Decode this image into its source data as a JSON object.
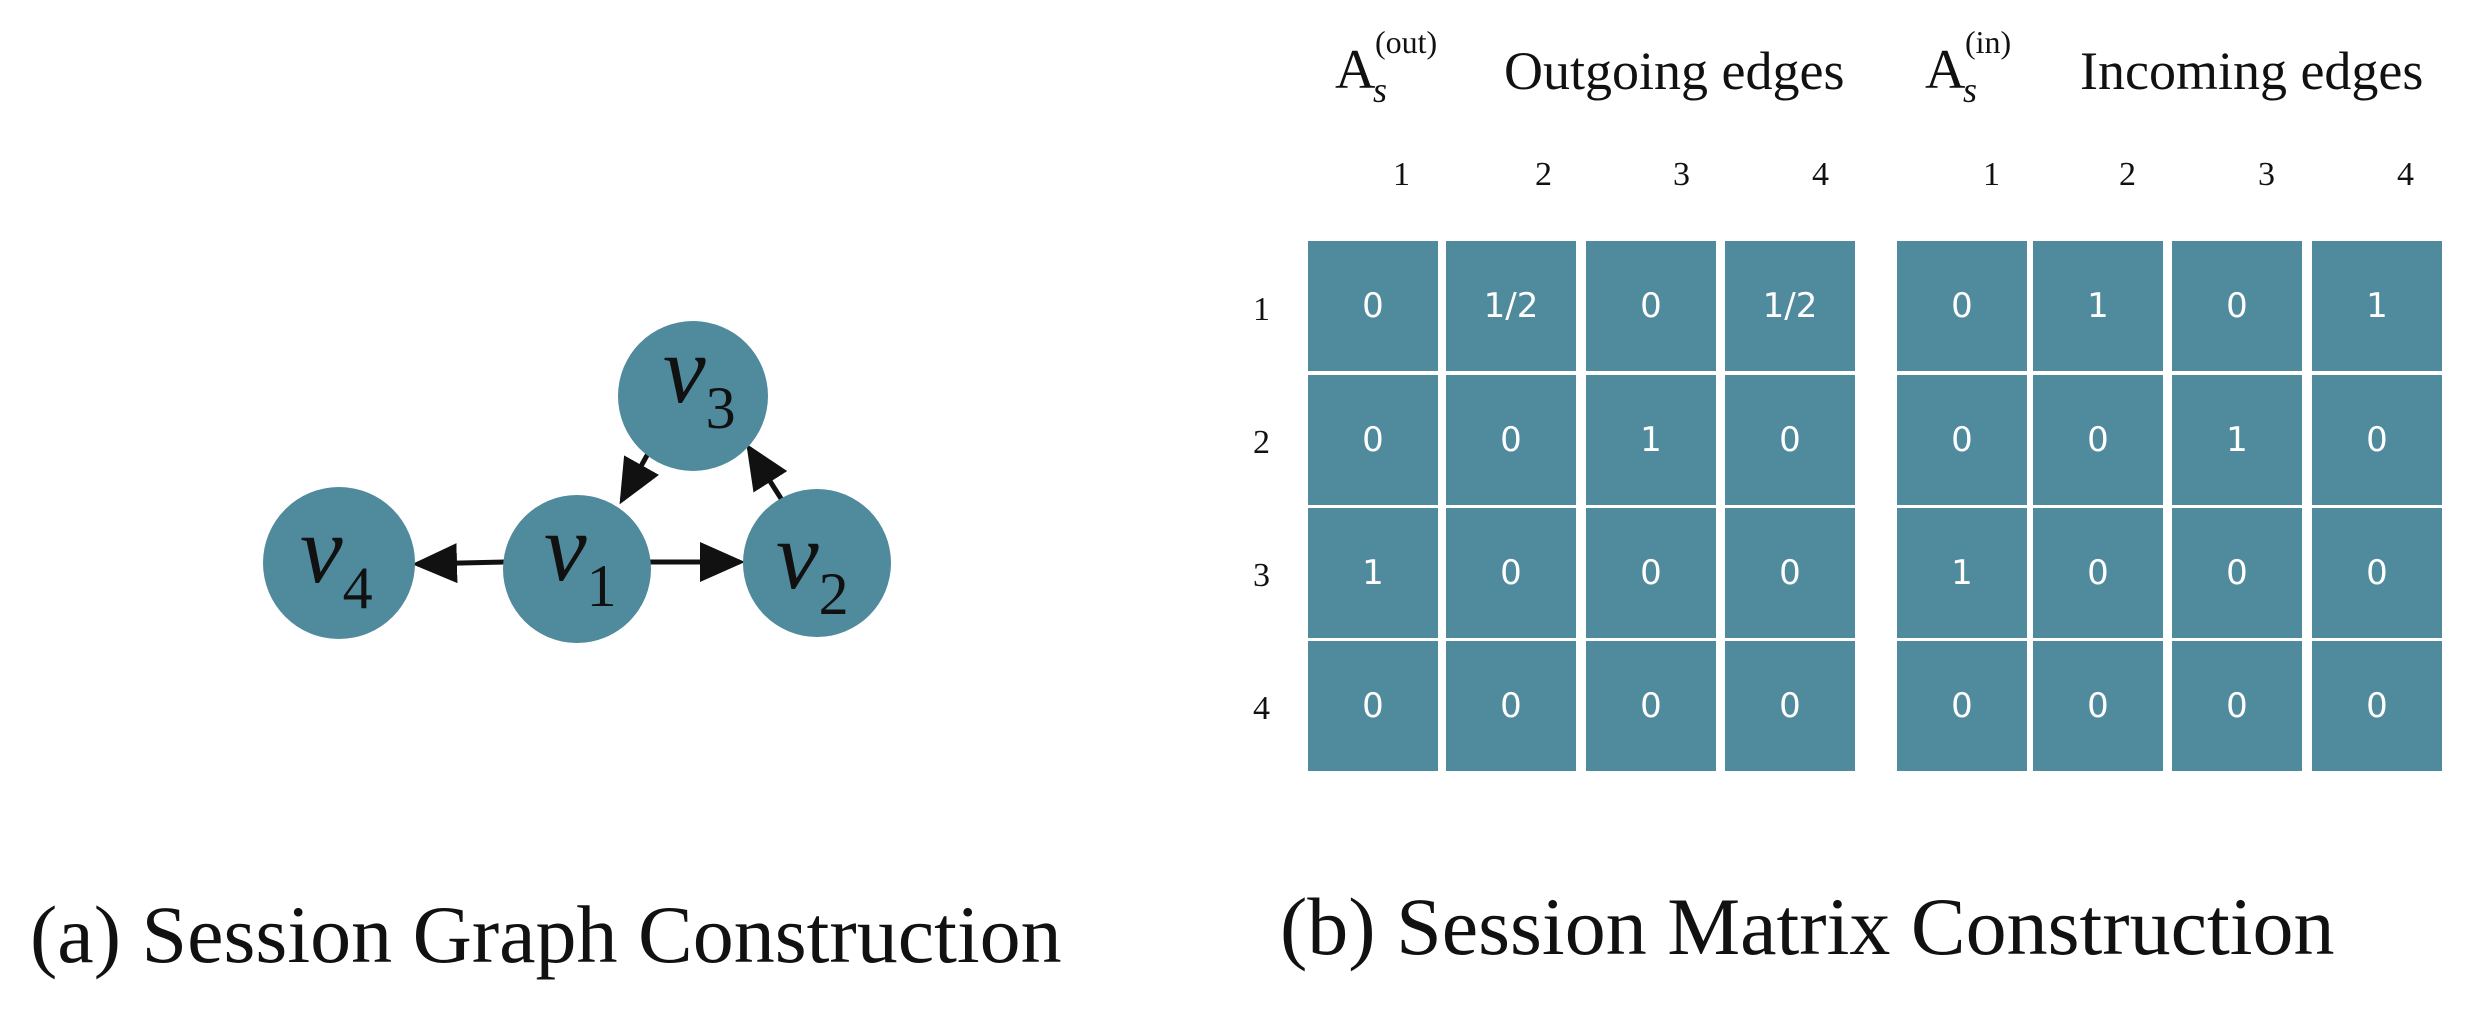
{
  "graph": {
    "nodes": [
      {
        "id": "v1",
        "letter": "v",
        "sub": "1"
      },
      {
        "id": "v2",
        "letter": "v",
        "sub": "2"
      },
      {
        "id": "v3",
        "letter": "v",
        "sub": "3"
      },
      {
        "id": "v4",
        "letter": "v",
        "sub": "4"
      }
    ],
    "edges": [
      {
        "from": "v1",
        "to": "v2"
      },
      {
        "from": "v2",
        "to": "v3"
      },
      {
        "from": "v3",
        "to": "v1"
      },
      {
        "from": "v1",
        "to": "v4"
      }
    ],
    "node_color": "#4f8a9d",
    "caption": "(a) Session Graph Construction"
  },
  "matrices": {
    "out": {
      "symbol": "A",
      "superscript": "(out)",
      "subscript": "s",
      "title": "Outgoing edges",
      "col_labels": [
        "1",
        "2",
        "3",
        "4"
      ],
      "row_labels": [
        "1",
        "2",
        "3",
        "4"
      ],
      "rows": [
        [
          "0",
          "1/2",
          "0",
          "1/2"
        ],
        [
          "0",
          "0",
          "1",
          "0"
        ],
        [
          "1",
          "0",
          "0",
          "0"
        ],
        [
          "0",
          "0",
          "0",
          "0"
        ]
      ]
    },
    "in": {
      "symbol": "A",
      "superscript": "(in)",
      "subscript": "s",
      "title": "Incoming edges",
      "col_labels": [
        "1",
        "2",
        "3",
        "4"
      ],
      "rows": [
        [
          "0",
          "1",
          "0",
          "1"
        ],
        [
          "0",
          "0",
          "1",
          "0"
        ],
        [
          "1",
          "0",
          "0",
          "0"
        ],
        [
          "0",
          "0",
          "0",
          "0"
        ]
      ]
    },
    "cell_color": "#4f8a9d",
    "caption": "(b) Session Matrix Construction"
  }
}
